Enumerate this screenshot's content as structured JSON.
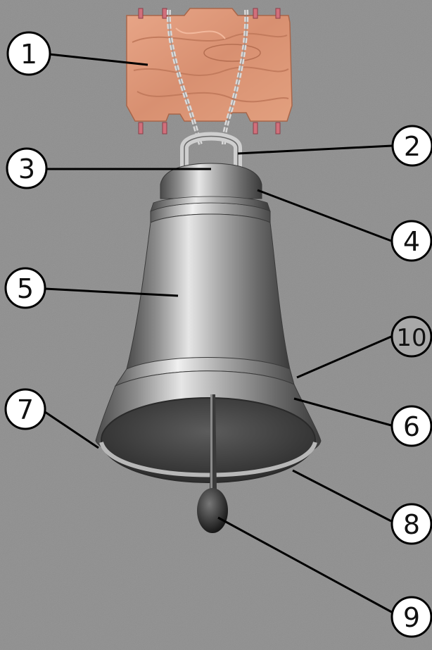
{
  "diagram": {
    "subject": "bell",
    "colors": {
      "background": "#8f8f8f",
      "wood": "#e09c7d",
      "wood_dark": "#b86f52",
      "metal_light": "#e4e4e4",
      "metal_mid": "#9a9a9a",
      "metal_dark": "#3f3f3f",
      "rope": "#d9d9d9",
      "clapper": "#1f1f1f",
      "leader_line": "#000000",
      "callout_fill": "#ffffff",
      "callout_stroke": "#000000"
    },
    "callouts": [
      {
        "id": "c1",
        "label": "1"
      },
      {
        "id": "c2",
        "label": "2"
      },
      {
        "id": "c3",
        "label": "3"
      },
      {
        "id": "c4",
        "label": "4"
      },
      {
        "id": "c5",
        "label": "5"
      },
      {
        "id": "c10",
        "label": "10"
      },
      {
        "id": "c7",
        "label": "7"
      },
      {
        "id": "c6",
        "label": "6"
      },
      {
        "id": "c8",
        "label": "8"
      },
      {
        "id": "c9",
        "label": "9"
      }
    ]
  }
}
